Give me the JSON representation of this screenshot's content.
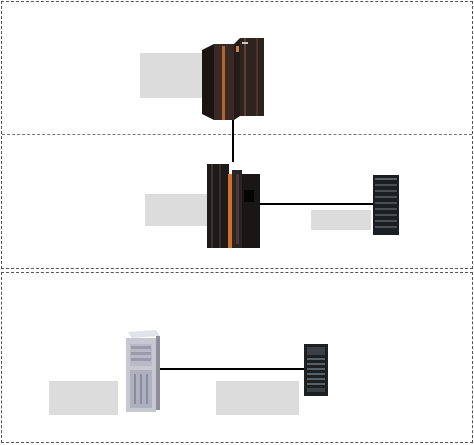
{
  "diagram": {
    "zones": [
      {
        "id": "upper",
        "divided": true
      },
      {
        "id": "lower",
        "divided": false
      }
    ],
    "devices": [
      {
        "id": "mainframe-top",
        "icon": "mainframe-server-icon"
      },
      {
        "id": "mainframe-middle",
        "icon": "mainframe-server-icon"
      },
      {
        "id": "rack-server-right",
        "icon": "rack-server-icon"
      },
      {
        "id": "tower-server-left",
        "icon": "tower-server-icon"
      },
      {
        "id": "blade-server-right",
        "icon": "blade-server-icon"
      }
    ],
    "labels": [
      {
        "for": "mainframe-top",
        "text": ""
      },
      {
        "for": "mainframe-middle",
        "text": ""
      },
      {
        "for": "rack-server-right",
        "text": ""
      },
      {
        "for": "tower-server-left",
        "text": ""
      },
      {
        "for": "blade-server-right",
        "text": ""
      }
    ],
    "connections": [
      {
        "from": "mainframe-top",
        "to": "mainframe-middle"
      },
      {
        "from": "mainframe-middle",
        "to": "rack-server-right"
      },
      {
        "from": "tower-server-left",
        "to": "blade-server-right"
      }
    ],
    "colors": {
      "label_placeholder": "#dcdcdc",
      "zone_border": "#555555",
      "link": "#000000",
      "mainframe_body": "#2b1f1c",
      "mainframe_accent": "#b4642a",
      "tower_body": "#c9c9d4"
    }
  }
}
